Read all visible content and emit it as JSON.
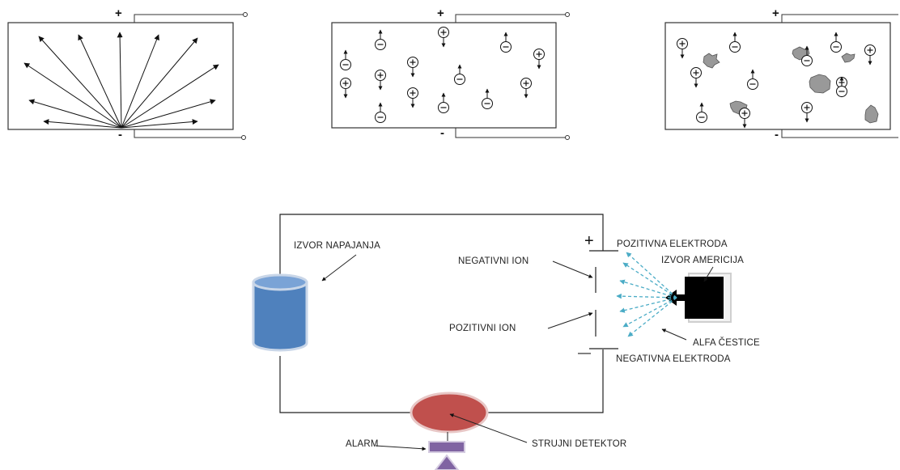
{
  "panels": {
    "left": {
      "plus": "+",
      "minus": "-"
    },
    "middle": {
      "plus": "+",
      "minus": "-"
    },
    "right": {
      "plus": "+",
      "minus": "-"
    },
    "ion_plus": "+",
    "ion_minus": "−"
  },
  "circuit": {
    "power_source": "IZVOR NAPAJANJA",
    "positive_electrode": "POZITIVNA ELEKTRODA",
    "positive_symbol": "+",
    "negative_ion": "NEGATIVNI ION",
    "americium_source": "IZVOR AMERICIJA",
    "positive_ion": "POZITIVNI ION",
    "alpha_particles": "ALFA ČESTICE",
    "negative_electrode": "NEGATIVNA ELEKTRODA",
    "negative_symbol": "—",
    "alarm": "ALARM",
    "current_detector": "STRUJNI DETEKTOR"
  },
  "colors": {
    "battery": "#4f81bd",
    "detector": "#c0504d",
    "alarm": "#8064a2",
    "alpha_rays": "#4bacc6",
    "source_box": "#000000"
  }
}
